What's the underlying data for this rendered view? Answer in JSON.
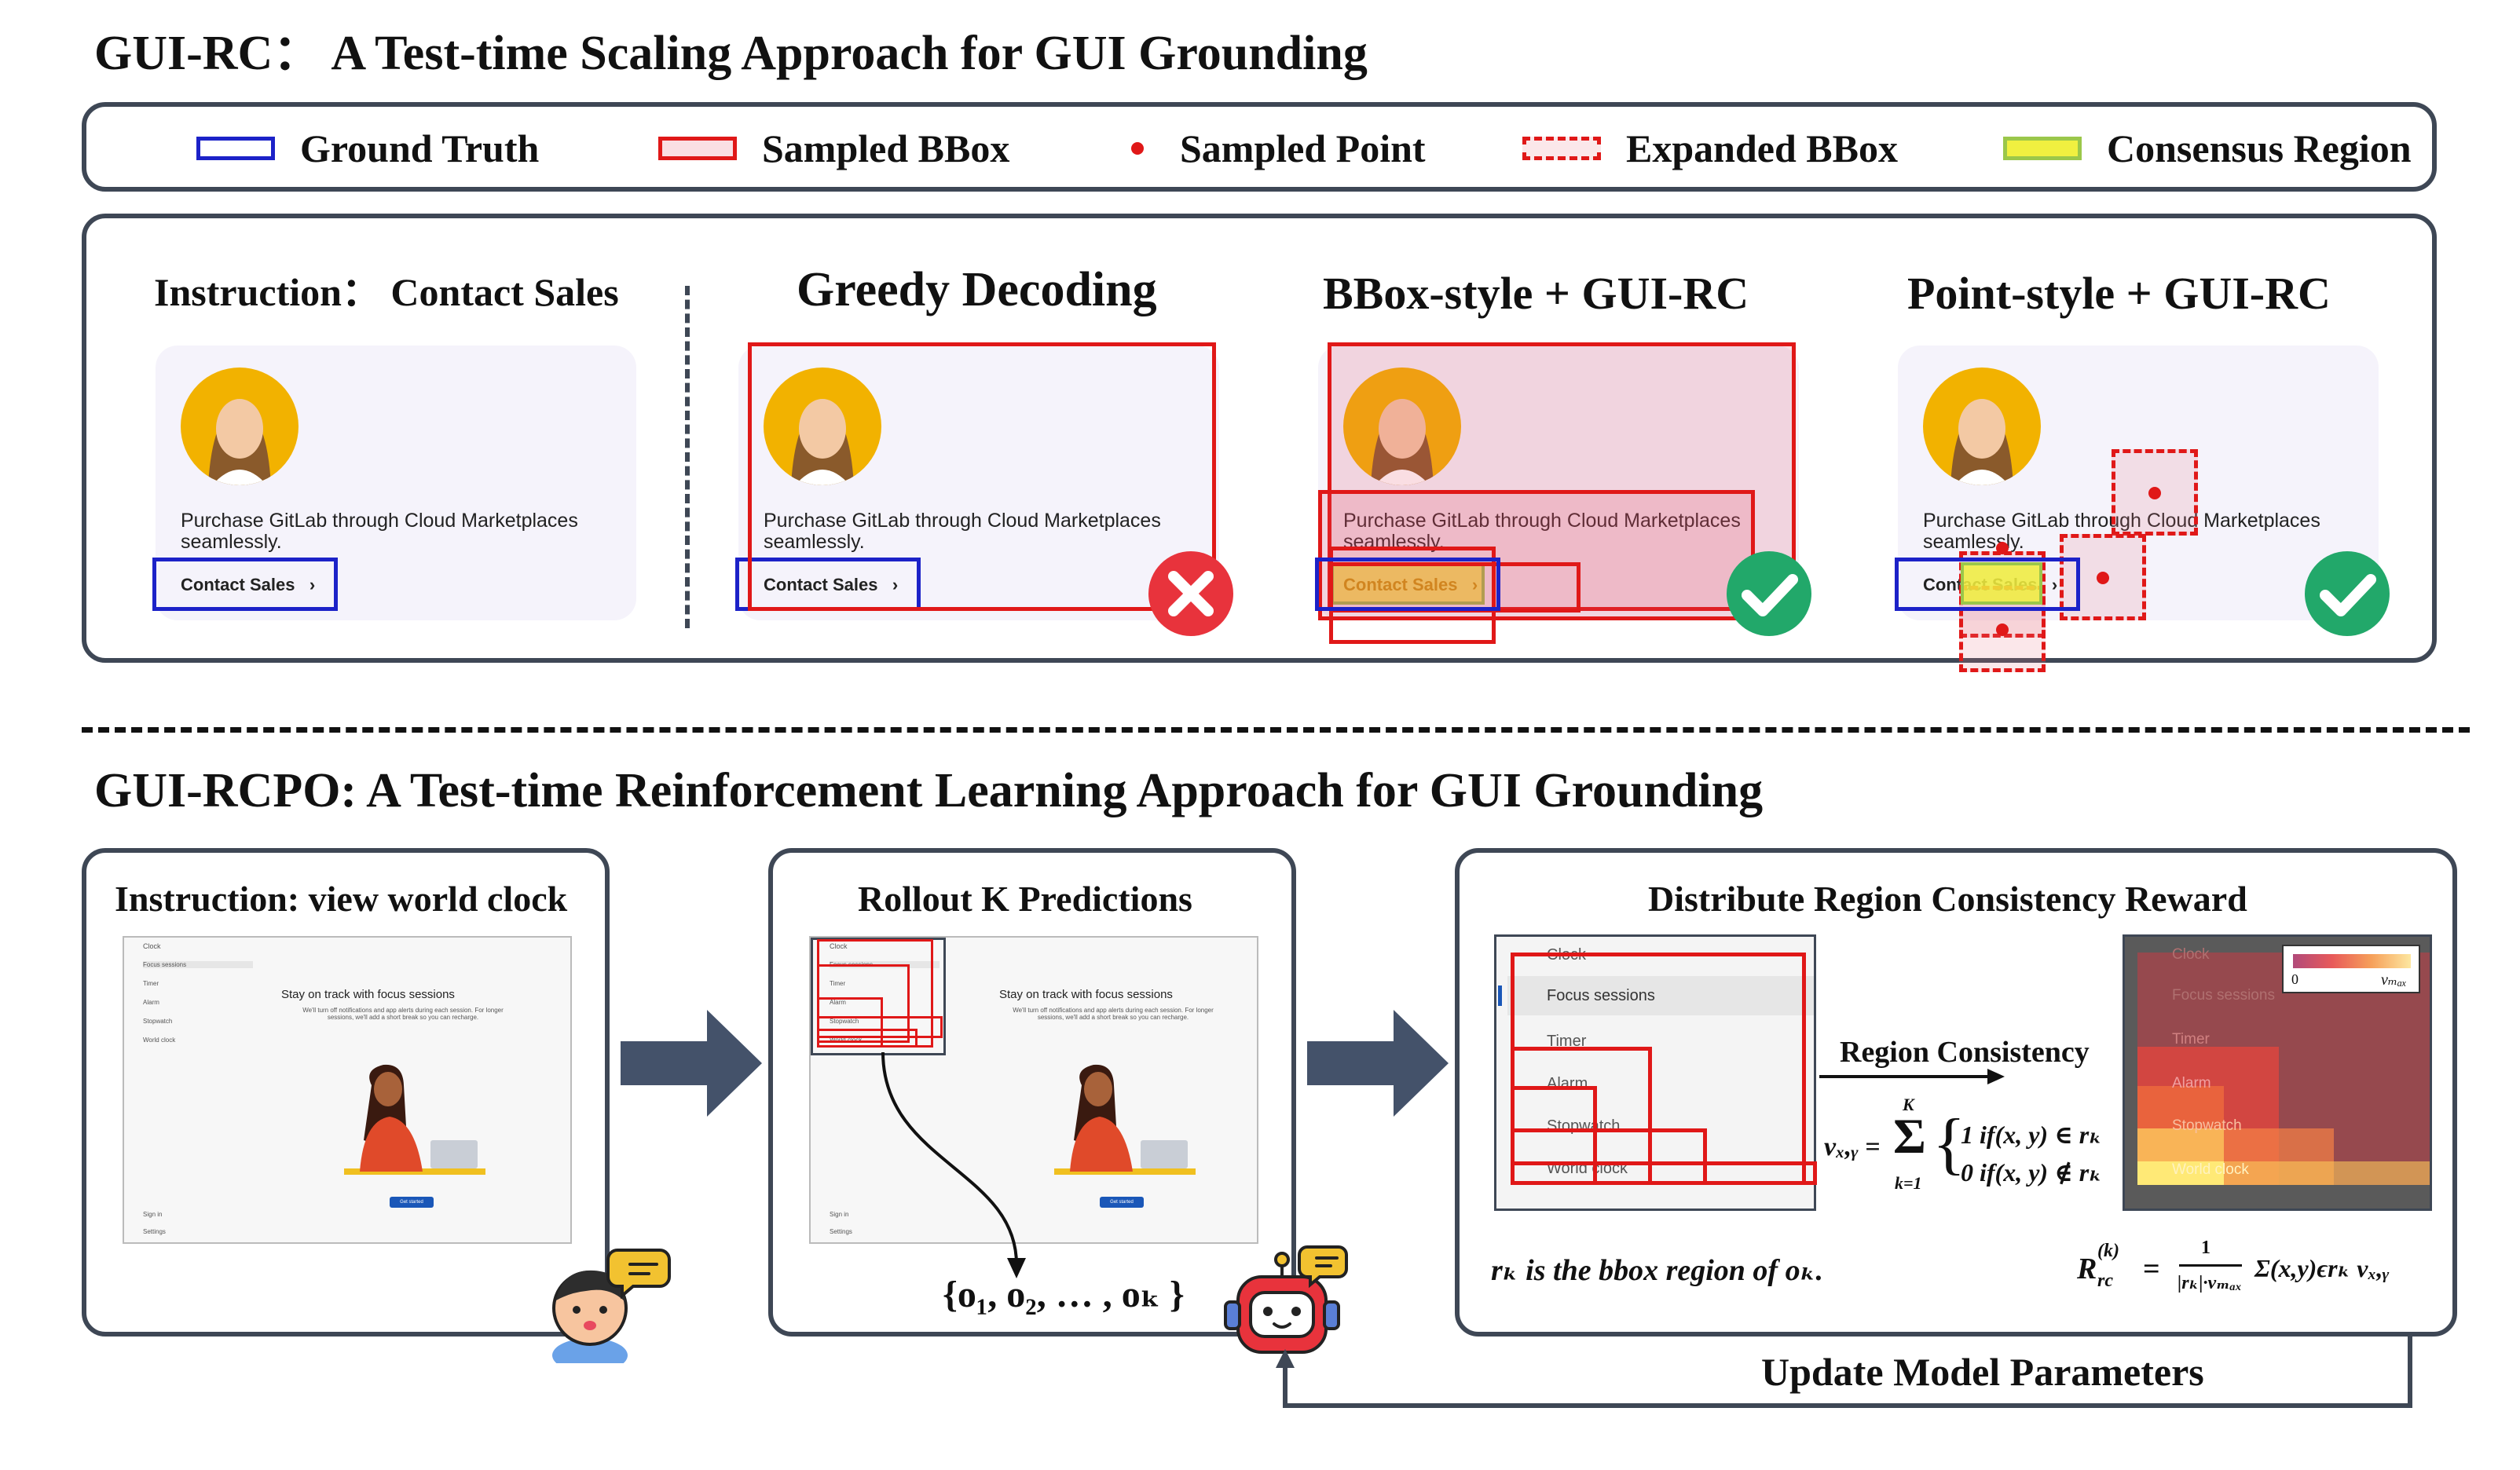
{
  "top": {
    "title": "GUI-RC： A Test-time Scaling Approach for GUI Grounding",
    "legend": [
      {
        "label": "Ground Truth",
        "icon": "blue-box-icon"
      },
      {
        "label": "Sampled BBox",
        "icon": "red-box-icon"
      },
      {
        "label": "Sampled Point",
        "icon": "red-dot-icon"
      },
      {
        "label": "Expanded BBox",
        "icon": "dashed-box-icon"
      },
      {
        "label": "Consensus Region",
        "icon": "yellow-box-icon"
      }
    ],
    "instruction": "Instruction： Contact Sales",
    "headers": [
      "Greedy Decoding",
      "BBox-style + GUI-RC",
      "Point-style + GUI-RC"
    ],
    "card_text": "Purchase GitLab through Cloud Marketplaces seamlessly.",
    "card_cta": "Contact Sales",
    "results": [
      "wrong",
      "correct",
      "correct"
    ],
    "colors": {
      "ground_truth": "#1c22c8",
      "sampled": "#e01818",
      "consensus": "#f0f040",
      "correct": "#22a86a",
      "wrong": "#e8333c",
      "panel_border": "#3e4755"
    }
  },
  "bottom": {
    "title": "GUI-RCPO: A Test-time Reinforcement Learning Approach for GUI Grounding",
    "instruction": "Instruction: view world clock",
    "rollout_title": "Rollout K Predictions",
    "reward_title": "Distribute Region Consistency Reward",
    "outputs": "{o₁, o₂, … , oₖ }",
    "region_consistency": "Region Consistency",
    "vote_lhs": "vₓ,ᵧ =",
    "vote_case1": "1  if(x, y) ∈ rₖ",
    "vote_case0": "0  if(x, y) ∉ rₖ",
    "sum_top": "K",
    "sum_bottom": "k=1",
    "rk_note": "rₖ is the bbox region of oₖ.",
    "reward_lhs": "R",
    "reward_sup": "(k)",
    "reward_sub": "rc",
    "reward_eq": "=",
    "reward_num": "1",
    "reward_den": "|rₖ|·vₘₐₓ",
    "reward_sum": "Σ(x,y)ϵrₖ vₓ,ᵧ",
    "update": "Update Model Parameters",
    "heat_min": "0",
    "heat_max": "vₘₐₓ",
    "clock_app": {
      "app_name": "Clock",
      "nav": [
        "Focus sessions",
        "Timer",
        "Alarm",
        "Stopwatch",
        "World clock"
      ],
      "footer": [
        "Sign in",
        "Settings"
      ],
      "headline": "Stay on track with focus sessions",
      "body": "We'll turn off notifications and app alerts during each session. For longer sessions, we'll add a short break so you can recharge.",
      "button": "Get started"
    }
  }
}
